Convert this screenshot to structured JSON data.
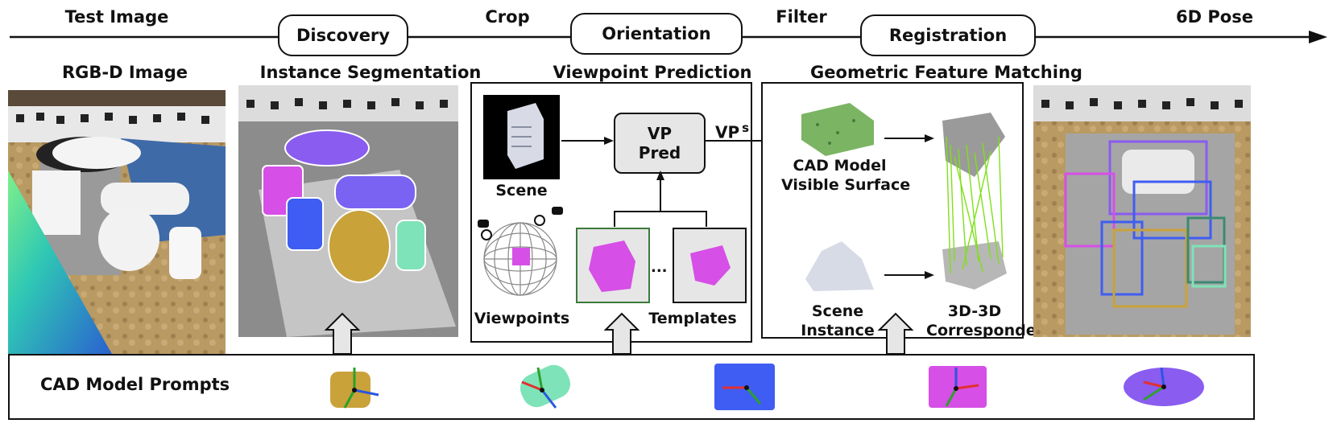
{
  "stages": {
    "test_image": "Test Image",
    "discovery": "Discovery",
    "crop": "Crop",
    "orientation": "Orientation",
    "filter": "Filter",
    "registration": "Registration",
    "pose": "6D Pose"
  },
  "sections": {
    "rgbd": "RGB-D Image",
    "segmentation": "Instance Segmentation",
    "viewpoint": "Viewpoint Prediction",
    "matching": "Geometric Feature Matching"
  },
  "viewpoint_panel": {
    "scene_label": "Scene",
    "vp_pred_line1": "VP",
    "vp_pred_line2": "Pred",
    "vp_out": "VP",
    "vp_out_sup": "s",
    "viewpoints_label": "Viewpoints",
    "templates_label": "Templates",
    "ellipsis": "..."
  },
  "matching_panel": {
    "cad_line1": "CAD Model",
    "cad_line2": "Visible Surface",
    "scene_line1": "Scene",
    "scene_line2": "Instance",
    "corr_line1": "3D-3D",
    "corr_line2": "Correspondence"
  },
  "prompts": {
    "label": "CAD Model Prompts"
  },
  "colors": {
    "purple": "#8a5cf0",
    "magenta": "#d64fe6",
    "blue": "#3f5df2",
    "gold": "#c9a23a",
    "mint": "#7ee3b8",
    "green_lines": "#7fe01a"
  }
}
